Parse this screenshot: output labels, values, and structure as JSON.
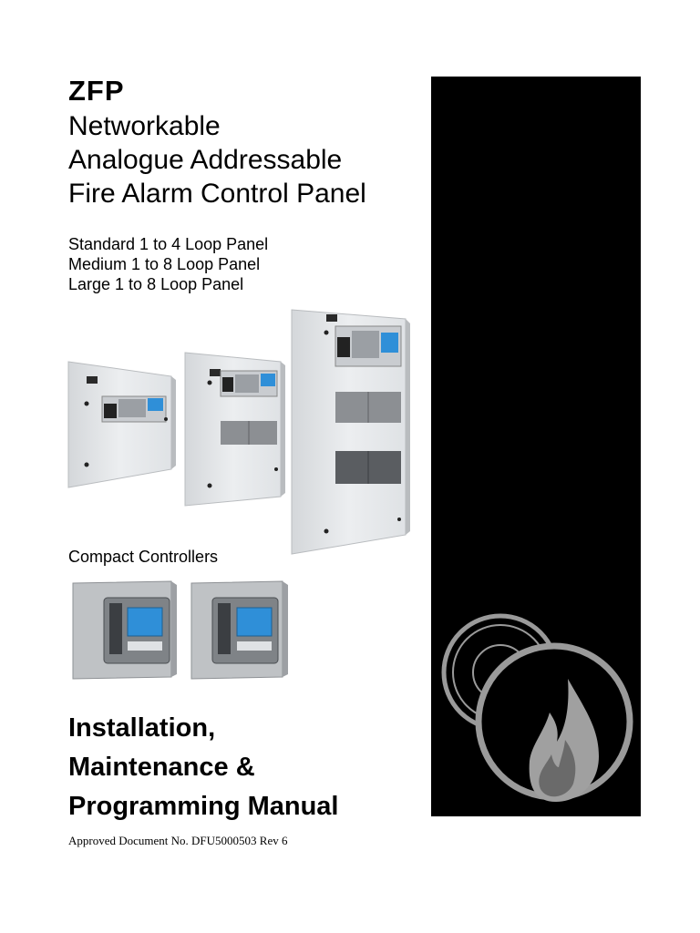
{
  "cover": {
    "brand": "ZFP",
    "subtitle_lines": [
      "Networkable",
      "Analogue Addressable",
      "Fire Alarm Control Panel"
    ],
    "variants": [
      "Standard 1 to 4 Loop Panel",
      "Medium 1 to 8 Loop Panel",
      "Large 1 to 8 Loop Panel"
    ],
    "compact_heading": "Compact Controllers",
    "manual_title_lines": [
      "Installation,",
      "Maintenance &",
      "Programming Manual"
    ],
    "document_number": "Approved Document No. DFU5000503 Rev 6"
  },
  "colors": {
    "band": "#000000",
    "panel_body": "#e6e8ea",
    "panel_edge": "#b9bcbf",
    "screen": "#2f8fd8",
    "emblem": "#9a9a9a"
  },
  "icons": [
    "standard-panel-illustration",
    "medium-panel-illustration",
    "large-panel-illustration",
    "compact-controller-illustration",
    "flame-emblem-icon"
  ]
}
